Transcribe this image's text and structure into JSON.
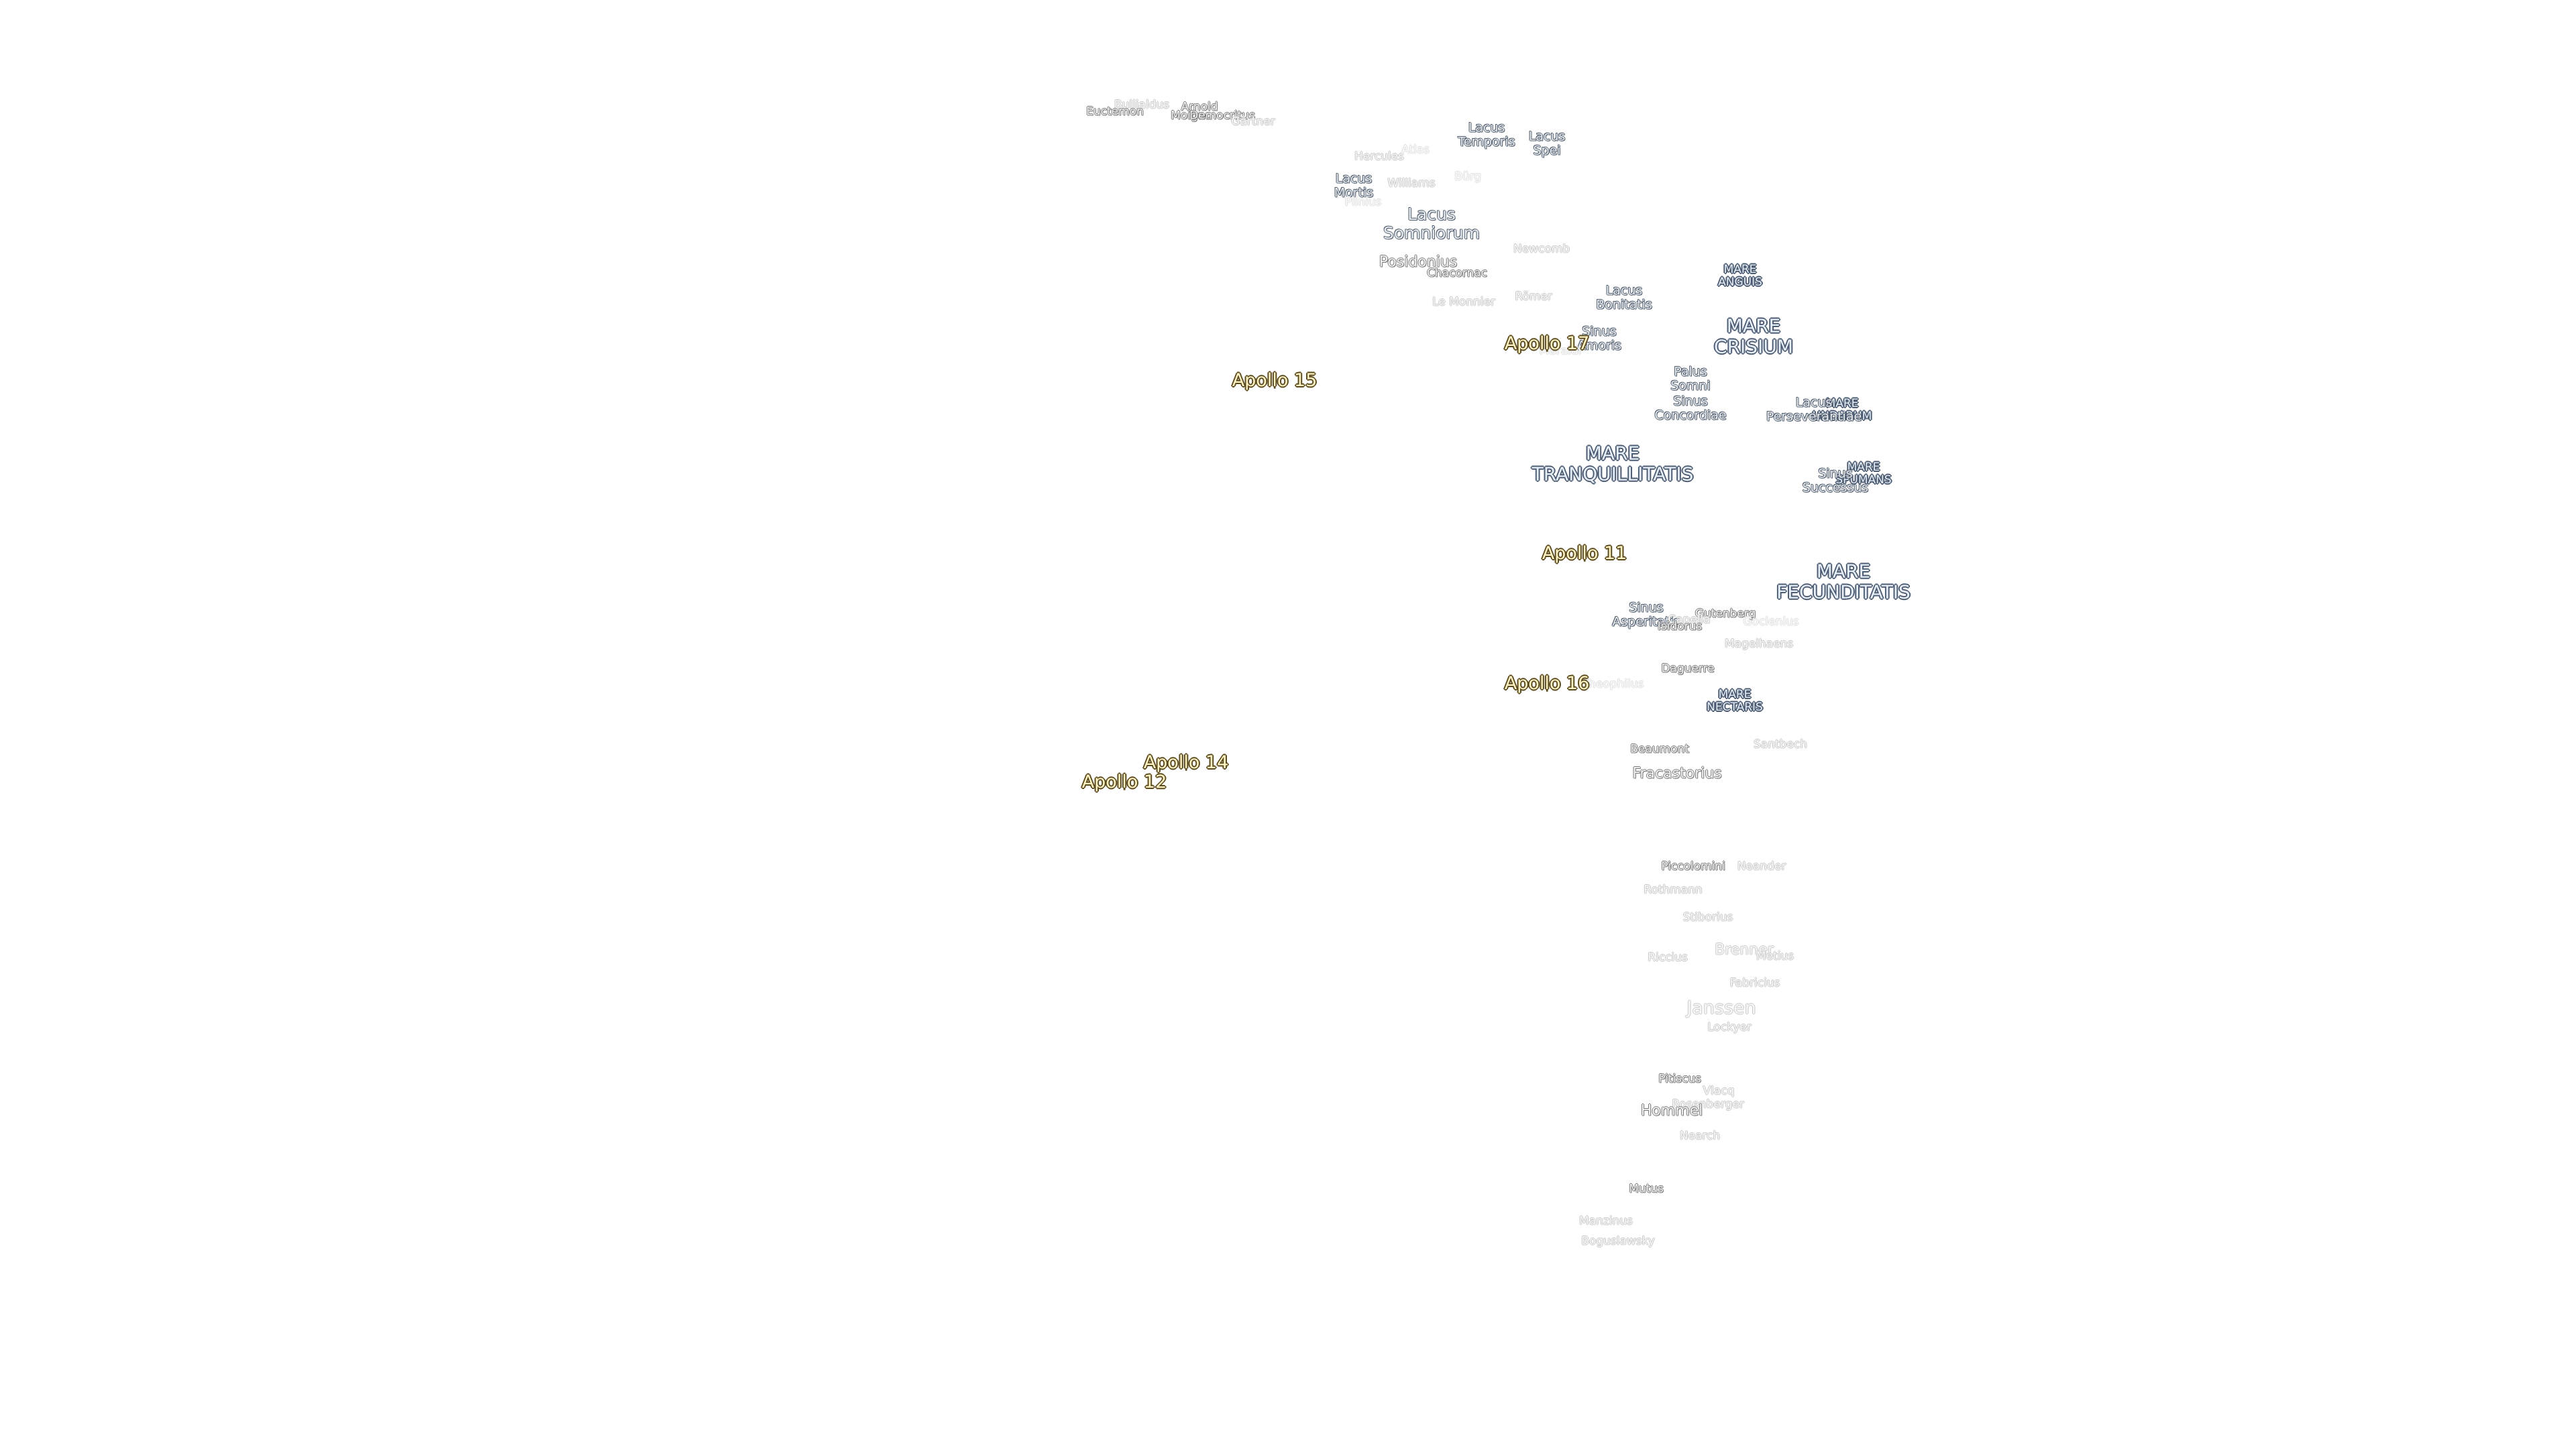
{
  "map": {
    "maria": [
      {
        "id": "mare-anguis",
        "label": "MARE\nANGUIS",
        "size": "sm"
      },
      {
        "id": "mare-crisium",
        "label": "MARE\nCRISIUM",
        "size": "md"
      },
      {
        "id": "mare-undarum",
        "label": "MARE\nUNDARUM",
        "size": "sm"
      },
      {
        "id": "mare-spumans",
        "label": "MARE\nSPUMANS",
        "size": "sm"
      },
      {
        "id": "mare-tranquillitatis",
        "label": "MARE\nTRANQUILLITATIS",
        "size": "md"
      },
      {
        "id": "mare-fecunditatis",
        "label": "MARE\nFECUNDITATIS",
        "size": "md"
      },
      {
        "id": "mare-nectaris",
        "label": "MARE\nNECTARIS",
        "size": "sm"
      }
    ],
    "features": [
      {
        "id": "lacus-temporis",
        "label": "Lacus\nTemporis"
      },
      {
        "id": "lacus-spei",
        "label": "Lacus\nSpei"
      },
      {
        "id": "lacus-mortis",
        "label": "Lacus\nMortis"
      },
      {
        "id": "lacus-somniorum",
        "label": "Lacus\nSomniorum",
        "size": "lg"
      },
      {
        "id": "lacus-bonitatis",
        "label": "Lacus\nBonitatis"
      },
      {
        "id": "sinus-amoris",
        "label": "Sinus\nAmoris"
      },
      {
        "id": "palus-somni",
        "label": "Palus\nSomni"
      },
      {
        "id": "sinus-concordiae",
        "label": "Sinus\nConcordiae"
      },
      {
        "id": "lacus-perseverantiae",
        "label": "Lacus\nPerseverantiae"
      },
      {
        "id": "sinus-successus",
        "label": "Sinus\nSuccessus"
      },
      {
        "id": "sinus-asperitatis",
        "label": "Sinus\nAsperitatis"
      }
    ],
    "craters": [
      {
        "id": "bullialdus",
        "label": "Bullialdus"
      },
      {
        "id": "euctemon",
        "label": "Euctemon"
      },
      {
        "id": "arnold",
        "label": "Arnold"
      },
      {
        "id": "moigno",
        "label": "Moigno"
      },
      {
        "id": "democritus",
        "label": "Democritus"
      },
      {
        "id": "gartner",
        "label": "Gärtner"
      },
      {
        "id": "hercules",
        "label": "Hercules"
      },
      {
        "id": "atlas",
        "label": "Atlas"
      },
      {
        "id": "williams",
        "label": "Williams"
      },
      {
        "id": "burg",
        "label": "Bürg"
      },
      {
        "id": "plinius-n",
        "label": "Plinius"
      },
      {
        "id": "posidonius",
        "label": "Posidonius"
      },
      {
        "id": "chacornac",
        "label": "Chacornac"
      },
      {
        "id": "newcomb",
        "label": "Newcomb"
      },
      {
        "id": "le-monnier",
        "label": "Le Monnier"
      },
      {
        "id": "romer",
        "label": "Römer"
      },
      {
        "id": "maraldi",
        "label": "Maraldi"
      },
      {
        "id": "gutenberg",
        "label": "Gutenberg"
      },
      {
        "id": "capella",
        "label": "Capella"
      },
      {
        "id": "isidorus",
        "label": "Isidorus"
      },
      {
        "id": "goclenius",
        "label": "Goclenius"
      },
      {
        "id": "magelhaens",
        "label": "Magelhaens"
      },
      {
        "id": "daguerre",
        "label": "Daguerre"
      },
      {
        "id": "theophilus",
        "label": "Theophilus"
      },
      {
        "id": "beaumont",
        "label": "Beaumont"
      },
      {
        "id": "santbech",
        "label": "Santbech"
      },
      {
        "id": "fracastorius",
        "label": "Fracastorius"
      },
      {
        "id": "piccolomini",
        "label": "Piccolomini"
      },
      {
        "id": "neander",
        "label": "Neander"
      },
      {
        "id": "rothmann",
        "label": "Rothmann"
      },
      {
        "id": "stiborius",
        "label": "Stiborius"
      },
      {
        "id": "riccius",
        "label": "Riccius"
      },
      {
        "id": "brenner",
        "label": "Brenner"
      },
      {
        "id": "metius",
        "label": "Metius"
      },
      {
        "id": "fabricius",
        "label": "Fabricius"
      },
      {
        "id": "janssen",
        "label": "Janssen"
      },
      {
        "id": "lockyer",
        "label": "Lockyer"
      },
      {
        "id": "pitiscus",
        "label": "Pitiscus"
      },
      {
        "id": "vlacq",
        "label": "Vlacq"
      },
      {
        "id": "rosenberger",
        "label": "Rosenberger"
      },
      {
        "id": "hommel",
        "label": "Hommel"
      },
      {
        "id": "nearch",
        "label": "Nearch"
      },
      {
        "id": "mutus",
        "label": "Mutus"
      },
      {
        "id": "manzinus",
        "label": "Manzinus"
      },
      {
        "id": "boguslawsky",
        "label": "Boguslawsky"
      }
    ],
    "apollo_sites": [
      {
        "id": "apollo-15",
        "label": "Apollo 15"
      },
      {
        "id": "apollo-17",
        "label": "Apollo 17"
      },
      {
        "id": "apollo-11",
        "label": "Apollo 11"
      },
      {
        "id": "apollo-16",
        "label": "Apollo 16"
      },
      {
        "id": "apollo-14",
        "label": "Apollo 14"
      },
      {
        "id": "apollo-12",
        "label": "Apollo 12"
      }
    ]
  }
}
